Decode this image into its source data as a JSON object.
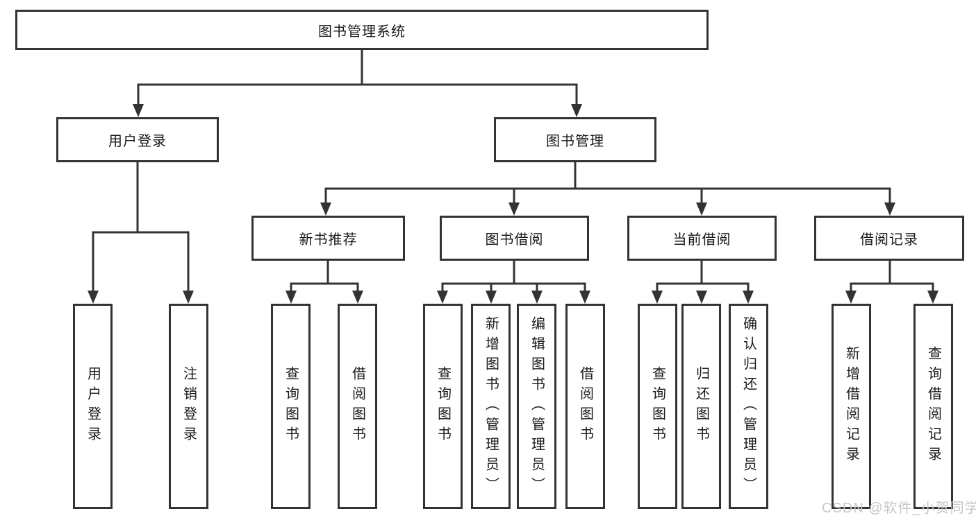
{
  "diagram": {
    "colors": {
      "line": "#333333",
      "text": "#1a1a1a",
      "watermark": "#c5c8cc",
      "background": "#ffffff"
    },
    "root": {
      "label": "图书管理系统"
    },
    "level2": [
      "用户登录",
      "图书管理"
    ],
    "level3": [
      "新书推荐",
      "图书借阅",
      "当前借阅",
      "借阅记录"
    ],
    "leaves": {
      "user_login": [
        "用户登录",
        "注销登录"
      ],
      "new_book": [
        "查询图书",
        "借阅图书"
      ],
      "book_borrow": [
        "查询图书",
        "新增图书（管理员）",
        "编辑图书（管理员）",
        "借阅图书"
      ],
      "current_borrow": [
        "查询图书",
        "归还图书",
        "确认归还（管理员）"
      ],
      "borrow_record": [
        "新增借阅记录",
        "查询借阅记录"
      ]
    },
    "watermark": {
      "text": "CSDN @软件_小贺同学"
    }
  }
}
